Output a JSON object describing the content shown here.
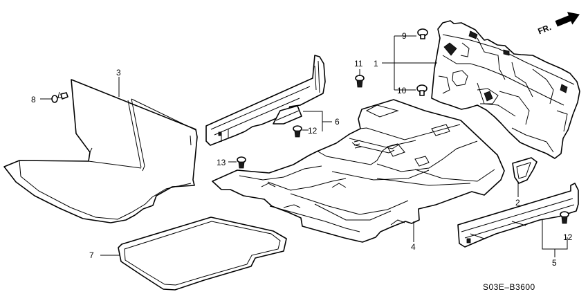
{
  "diagram": {
    "callouts": {
      "c1": "1",
      "c2": "2",
      "c3": "3",
      "c4": "4",
      "c5": "5",
      "c6": "6",
      "c7": "7",
      "c8": "8",
      "c9": "9",
      "c10": "10",
      "c11": "11",
      "c12a": "12",
      "c12b": "12",
      "c13": "13"
    },
    "direction_label": "FR.",
    "drawing_code": "S03E–B3600"
  }
}
